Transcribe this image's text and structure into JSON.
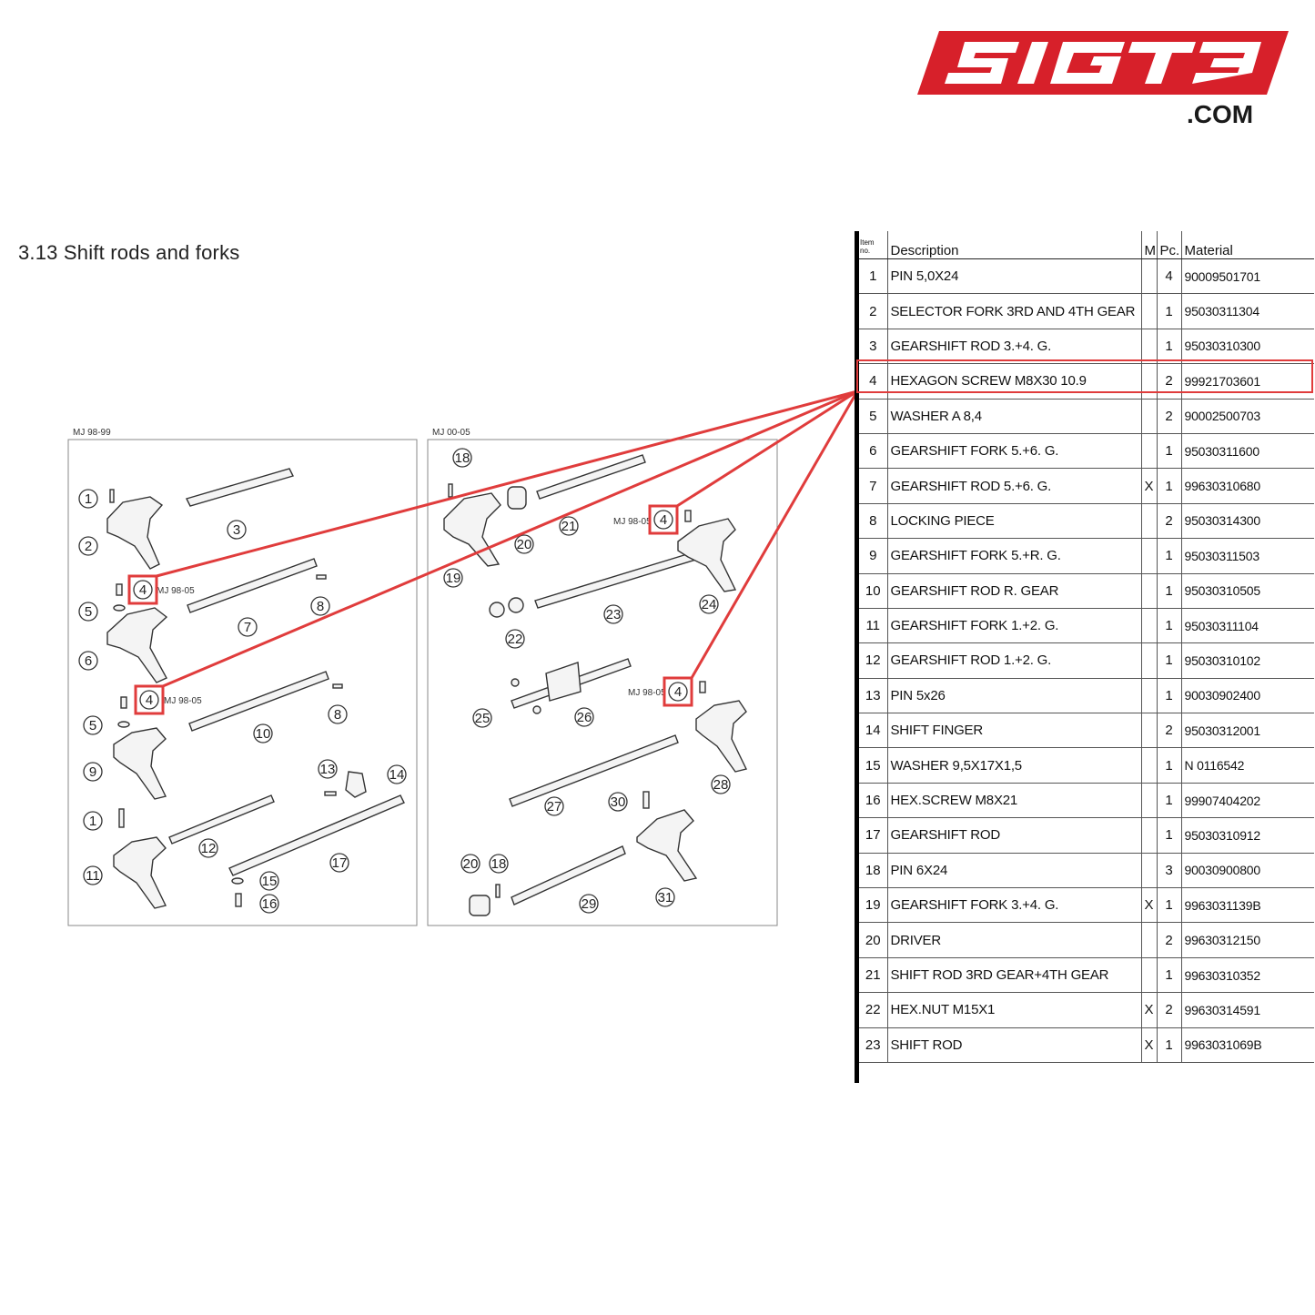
{
  "logo": {
    "text": "SIGT3",
    "domain": ".COM",
    "color": "#d7202a"
  },
  "section": {
    "title": "3.13  Shift rods and forks"
  },
  "diagram": {
    "panels": [
      {
        "label": "MJ 98-99"
      },
      {
        "label": "MJ 00-05"
      }
    ],
    "callouts": [
      "1",
      "2",
      "3",
      "4",
      "5",
      "6",
      "7",
      "8",
      "4",
      "5",
      "8",
      "9",
      "10",
      "1",
      "11",
      "12",
      "13",
      "14",
      "15",
      "16",
      "17",
      "18",
      "19",
      "20",
      "21",
      "4",
      "22",
      "23",
      "24",
      "25",
      "26",
      "4",
      "27",
      "28",
      "30",
      "20",
      "18",
      "29",
      "31"
    ],
    "mj_tags": [
      "MJ 98-05",
      "MJ 98-05",
      "MJ 98-05",
      "MJ 98-05"
    ],
    "highlight_color": "#e03c3c"
  },
  "table": {
    "headers": {
      "item": "Item no.",
      "description": "Description",
      "m": "M",
      "pc": "Pc.",
      "material": "Material"
    },
    "highlighted_item": "4",
    "rows": [
      {
        "item": "1",
        "description": "PIN 5,0X24",
        "m": "",
        "pc": "4",
        "material": "90009501701"
      },
      {
        "item": "2",
        "description": "SELECTOR FORK 3RD AND 4TH GEAR",
        "m": "",
        "pc": "1",
        "material": "95030311304"
      },
      {
        "item": "3",
        "description": "GEARSHIFT ROD 3.+4. G.",
        "m": "",
        "pc": "1",
        "material": "95030310300"
      },
      {
        "item": "4",
        "description": "HEXAGON SCREW M8X30 10.9",
        "m": "",
        "pc": "2",
        "material": "99921703601"
      },
      {
        "item": "5",
        "description": "WASHER A 8,4",
        "m": "",
        "pc": "2",
        "material": "90002500703"
      },
      {
        "item": "6",
        "description": "GEARSHIFT FORK 5.+6. G.",
        "m": "",
        "pc": "1",
        "material": "95030311600"
      },
      {
        "item": "7",
        "description": "GEARSHIFT ROD 5.+6. G.",
        "m": "X",
        "pc": "1",
        "material": "99630310680"
      },
      {
        "item": "8",
        "description": "LOCKING PIECE",
        "m": "",
        "pc": "2",
        "material": "95030314300"
      },
      {
        "item": "9",
        "description": "GEARSHIFT FORK 5.+R. G.",
        "m": "",
        "pc": "1",
        "material": "95030311503"
      },
      {
        "item": "10",
        "description": "GEARSHIFT ROD R. GEAR",
        "m": "",
        "pc": "1",
        "material": "95030310505"
      },
      {
        "item": "11",
        "description": "GEARSHIFT FORK 1.+2. G.",
        "m": "",
        "pc": "1",
        "material": "95030311104"
      },
      {
        "item": "12",
        "description": "GEARSHIFT ROD 1.+2. G.",
        "m": "",
        "pc": "1",
        "material": "95030310102"
      },
      {
        "item": "13",
        "description": "PIN 5x26",
        "m": "",
        "pc": "1",
        "material": "90030902400"
      },
      {
        "item": "14",
        "description": "SHIFT FINGER",
        "m": "",
        "pc": "2",
        "material": "95030312001"
      },
      {
        "item": "15",
        "description": "WASHER 9,5X17X1,5",
        "m": "",
        "pc": "1",
        "material": "N 0116542"
      },
      {
        "item": "16",
        "description": "HEX.SCREW M8X21",
        "m": "",
        "pc": "1",
        "material": "99907404202"
      },
      {
        "item": "17",
        "description": "GEARSHIFT ROD",
        "m": "",
        "pc": "1",
        "material": "95030310912"
      },
      {
        "item": "18",
        "description": "PIN 6X24",
        "m": "",
        "pc": "3",
        "material": "90030900800"
      },
      {
        "item": "19",
        "description": "GEARSHIFT FORK 3.+4. G.",
        "m": "X",
        "pc": "1",
        "material": "9963031139B"
      },
      {
        "item": "20",
        "description": "DRIVER",
        "m": "",
        "pc": "2",
        "material": "99630312150"
      },
      {
        "item": "21",
        "description": "SHIFT ROD 3RD GEAR+4TH GEAR",
        "m": "",
        "pc": "1",
        "material": "99630310352"
      },
      {
        "item": "22",
        "description": "HEX.NUT M15X1",
        "m": "X",
        "pc": "2",
        "material": "99630314591"
      },
      {
        "item": "23",
        "description": "SHIFT ROD",
        "m": "X",
        "pc": "1",
        "material": "9963031069B"
      }
    ]
  }
}
